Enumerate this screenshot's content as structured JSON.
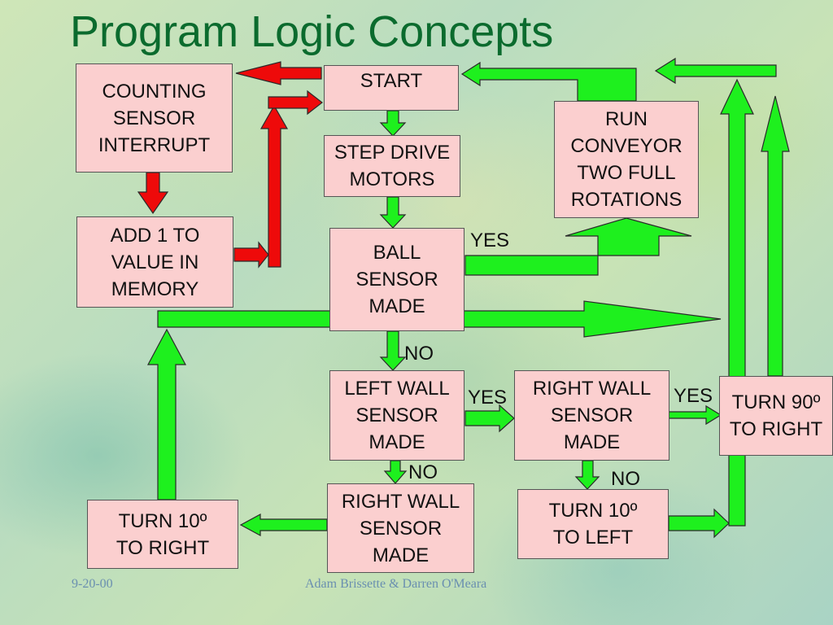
{
  "slide": {
    "title": "Program Logic Concepts",
    "footer_date": "9-20-00",
    "footer_authors": "Adam Brissette & Darren O'Meara"
  },
  "boxes": {
    "counting_sensor_interrupt": "COUNTING\nSENSOR\nINTERRUPT",
    "start": "START",
    "step_drive_motors": "STEP DRIVE\nMOTORS",
    "add_one_to_memory": "ADD 1 TO\nVALUE IN\nMEMORY",
    "run_conveyor": "RUN\nCONVEYOR\nTWO FULL\nROTATIONS",
    "ball_sensor_made": "BALL\nSENSOR\nMADE",
    "left_wall_sensor_made": "LEFT WALL\nSENSOR\nMADE",
    "right_wall_sensor_made_1": "RIGHT WALL\nSENSOR\nMADE",
    "turn_90_right": "TURN 90º\nTO RIGHT",
    "right_wall_sensor_made_2": "RIGHT WALL\nSENSOR\nMADE",
    "turn_10_left": "TURN 10º\nTO LEFT",
    "turn_10_right": "TURN 10º\nTO RIGHT"
  },
  "labels": {
    "ball_yes": "YES",
    "ball_no": "NO",
    "left_wall_yes": "YES",
    "left_wall_no": "NO",
    "right_wall_yes": "YES",
    "right_wall_no": "NO"
  },
  "colors": {
    "title": "#0b6b2e",
    "box_fill": "#fbcfcf",
    "green_arrow": "#1ef01e",
    "red_arrow": "#ee0a0a",
    "footer": "#6a8fb0"
  }
}
